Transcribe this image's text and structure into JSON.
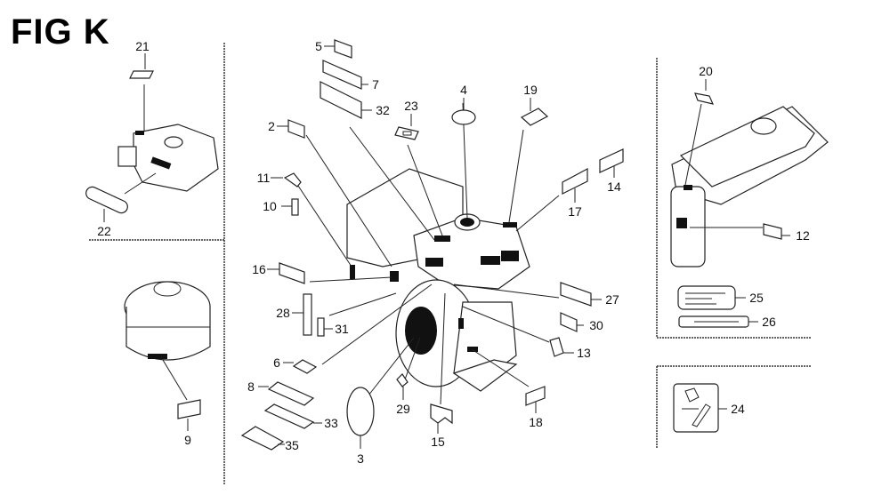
{
  "figure": {
    "title": "FIG K",
    "panels": {
      "fuel_tank_small": {
        "callouts": [
          "21",
          "22"
        ]
      },
      "air_cleaner": {
        "callouts": [
          "9"
        ]
      },
      "engine": {
        "callouts": [
          "2",
          "3",
          "4",
          "5",
          "6",
          "7",
          "8",
          "10",
          "11",
          "13",
          "14",
          "15",
          "16",
          "17",
          "18",
          "19",
          "23",
          "27",
          "28",
          "29",
          "30",
          "31",
          "32",
          "33",
          "35"
        ]
      },
      "fuel_tank_large": {
        "callouts": [
          "12",
          "20",
          "25",
          "26"
        ]
      },
      "tool_label": {
        "callouts": [
          "24"
        ]
      }
    },
    "labels": {
      "l2": "2",
      "l3": "3",
      "l4": "4",
      "l5": "5",
      "l6": "6",
      "l7": "7",
      "l8": "8",
      "l9": "9",
      "l10": "10",
      "l11": "11",
      "l12": "12",
      "l13": "13",
      "l14": "14",
      "l15": "15",
      "l16": "16",
      "l17": "17",
      "l18": "18",
      "l19": "19",
      "l20": "20",
      "l21": "21",
      "l22": "22",
      "l23": "23",
      "l24": "24",
      "l25": "25",
      "l26": "26",
      "l27": "27",
      "l28": "28",
      "l29": "29",
      "l30": "30",
      "l31": "31",
      "l32": "32",
      "l33": "33",
      "l35": "35"
    }
  }
}
